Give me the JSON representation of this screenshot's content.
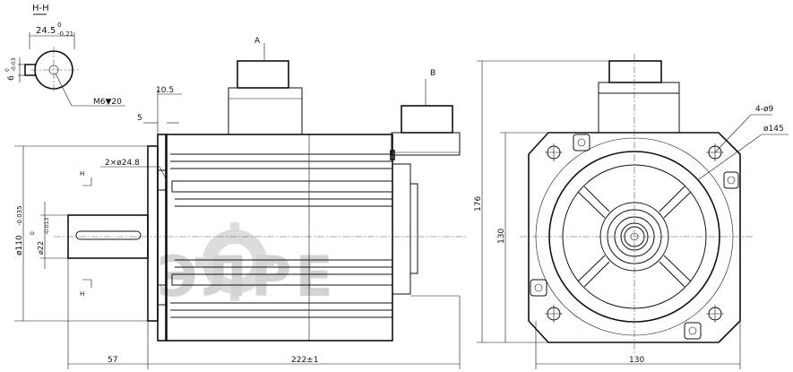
{
  "section": {
    "title": "H-H",
    "width_dim": "24.5",
    "width_tol_upper": "0",
    "width_tol_lower": "-0.21",
    "key_dim": "6",
    "key_tol_upper": "0",
    "key_tol_lower": "-0.03",
    "thread": "M6▼20"
  },
  "side_view": {
    "connector_a": "A",
    "connector_b": "B",
    "flange_offset": "10.5",
    "flange_thickness": "5",
    "holes": "2×ø24.8",
    "pilot_dia": "ø110",
    "pilot_tol": "-0.035",
    "shaft_dia": "ø22",
    "shaft_tol_upper": "0",
    "shaft_tol_lower": "-0.013",
    "section_mark": "H",
    "shaft_length": "57",
    "body_length": "222±1"
  },
  "end_view": {
    "holes": "4-ø9",
    "bolt_circle": "ø145",
    "total_height": "176",
    "flange_height": "130",
    "flange_width": "130"
  },
  "watermark": {
    "letters": "ЭЛРЕ"
  }
}
